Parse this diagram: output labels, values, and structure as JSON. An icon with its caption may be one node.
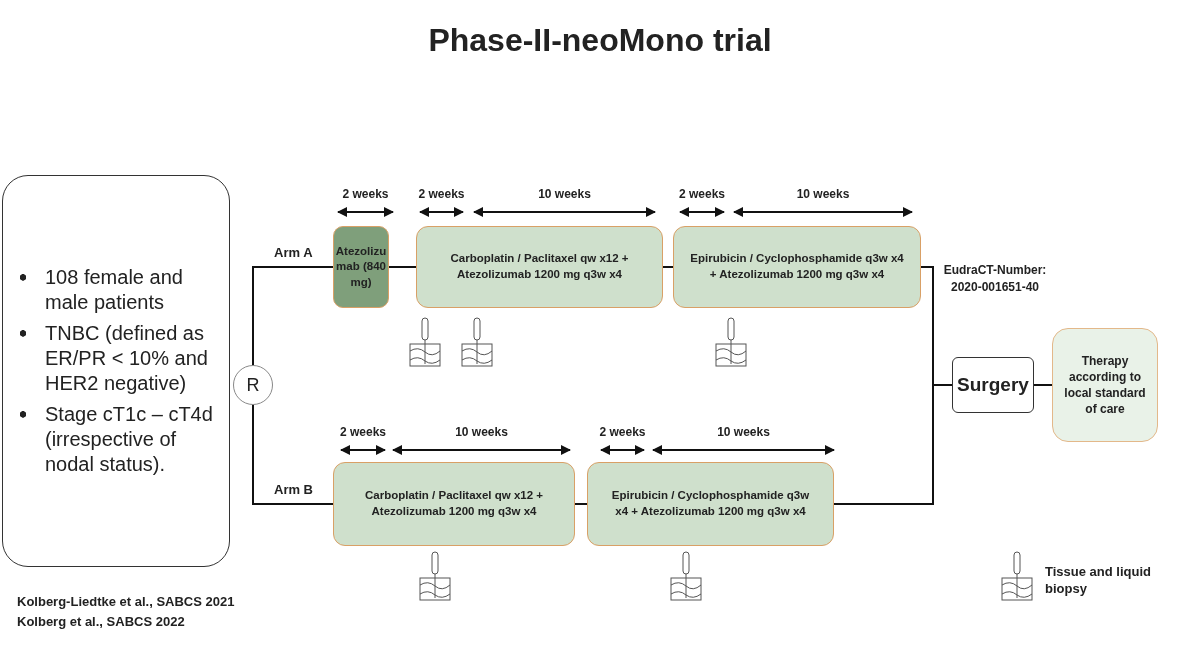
{
  "diagram": {
    "title": "Phase-II-neoMono trial",
    "nodes": [
      {
        "text": [
          "108 female and male patients",
          "TNBC (defined as ER/PR < 10% and HER2 negative)",
          "Stage cT1c – cT4d (irrespective of nodal status)."
        ]
      },
      {
        "text": [
          "R"
        ]
      },
      {
        "text": [
          "Atezolizu mab (840 mg)"
        ],
        "beside": [
          "2 weeks"
        ]
      },
      {
        "text": [
          "Carboplatin / Paclitaxel qw x12 + Atezolizumab 1200 mg q3w x4"
        ],
        "beside": [
          "2 weeks",
          "10 weeks"
        ]
      },
      {
        "text": [
          "Epirubicin / Cyclophosphamide q3w x4 + Atezolizumab 1200 mg q3w x4"
        ],
        "beside": [
          "2 weeks",
          "10 weeks"
        ]
      },
      {
        "text": [
          "Carboplatin / Paclitaxel qw x12 + Atezolizumab 1200 mg q3w x4"
        ],
        "beside": [
          "2 weeks",
          "10 weeks"
        ]
      },
      {
        "text": [
          "Epirubicin / Cyclophosphamide q3w x4 + Atezolizumab 1200 mg q3w x4"
        ],
        "beside": [
          "2 weeks",
          "10 weeks"
        ]
      },
      {
        "text": [
          "Surgery"
        ]
      },
      {
        "text": [
          "Therapy according to local standard of care"
        ]
      }
    ],
    "edges": [
      {
        "from": 1,
        "to": 2,
        "arrow": "none",
        "label": "Arm A"
      },
      {
        "from": 2,
        "to": 3,
        "arrow": "none"
      },
      {
        "from": 3,
        "to": 4,
        "arrow": "none"
      },
      {
        "from": 4,
        "to": 7,
        "arrow": "none"
      },
      {
        "from": 1,
        "to": 5,
        "arrow": "none",
        "label": "Arm B"
      },
      {
        "from": 5,
        "to": 6,
        "arrow": "none"
      },
      {
        "from": 6,
        "to": 7,
        "arrow": "none"
      },
      {
        "from": 7,
        "to": 8,
        "arrow": "none"
      }
    ],
    "labels": [
      "EudraCT-Number: 2020-001651-40",
      "Kolberg-Liedtke et al., SABCS 2021",
      "Kolberg et al., SABCS 2022"
    ],
    "legend": [
      {
        "text": "Tissue and liquid biopsy"
      }
    ]
  }
}
